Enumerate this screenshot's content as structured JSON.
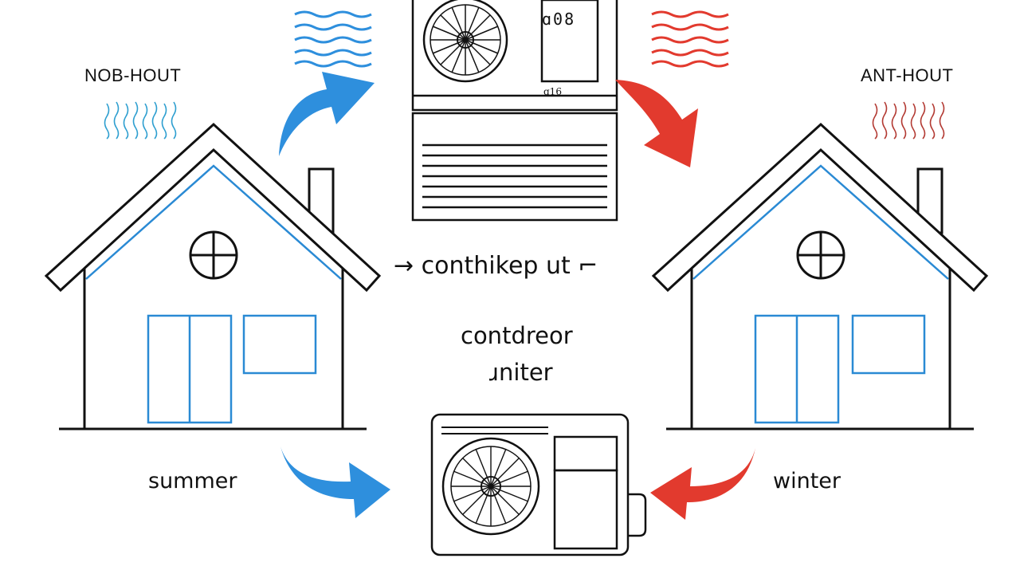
{
  "labels": {
    "left_heading": "NOB-HOUT",
    "right_heading": "ANT-HOUT",
    "unit_code": "ɑ08",
    "unit_small": "ɑ16",
    "center_arrow_text": "→ conthikep ut ⌐",
    "center_line1": "contdreor",
    "center_line2": "ɹniter",
    "summer": "summer",
    "winter": "winter"
  },
  "colors": {
    "cool": "#2e8fdd",
    "warm": "#e23a2e",
    "outline": "#111111",
    "house_accent": "#2a8ad4"
  },
  "icons": [
    "cool-air-waves-icon",
    "warm-air-waves-icon",
    "fan-icon",
    "house-icon"
  ]
}
